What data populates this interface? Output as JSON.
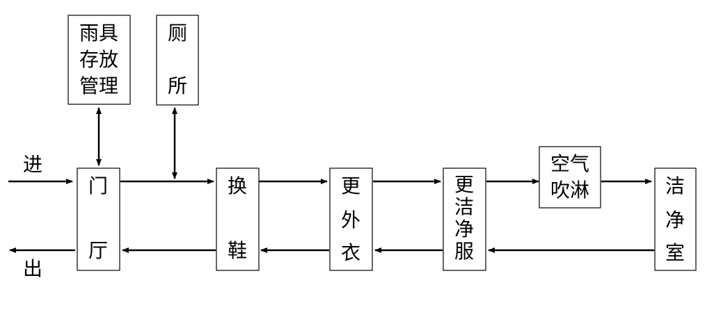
{
  "nodes": {
    "rain_gear": [
      "雨具",
      "存放",
      "管理"
    ],
    "toilet": [
      "厕",
      "所"
    ],
    "lobby": [
      "门",
      "厅"
    ],
    "shoe_change": [
      "换",
      "鞋"
    ],
    "outer_clothes": [
      "更",
      "外",
      "衣"
    ],
    "clean_suit": [
      "更",
      "洁",
      "净",
      "服"
    ],
    "air_shower": [
      "空气",
      "吹淋"
    ],
    "cleanroom": [
      "洁",
      "净",
      "室"
    ]
  },
  "labels": {
    "enter": "进",
    "exit": "出"
  },
  "colors": {
    "line": "#000000",
    "box_border": "#000000",
    "background": "#ffffff"
  }
}
